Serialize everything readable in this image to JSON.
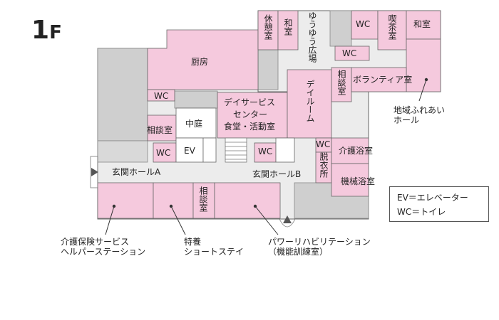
{
  "floor": {
    "number": "1",
    "suffix": "F"
  },
  "rooms": {
    "kitchen": "厨房",
    "wc_top_left": "WC",
    "wc_top_right": "WC",
    "wc_center_top": "WC",
    "wc_left": "WC",
    "wc_center": "WC",
    "wc_right": "WC",
    "rest_room": "休憩室",
    "japanese_room_1": "和室",
    "yuyu_plaza": "ゆうゆう広場",
    "tea_room": "喫茶室",
    "japanese_room_2": "和室",
    "consult_right": "相談室",
    "volunteer_room": "ボランティア室",
    "day_service": "デイサービス",
    "day_service_center": "センター",
    "dining_activity": "食堂・活動室",
    "day_room": "デイルーム",
    "courtyard": "中庭",
    "consult_left": "相談室",
    "elevator": "EV",
    "changing_room": "脱衣所",
    "care_bath": "介護浴室",
    "machine_bath": "機械浴室",
    "entrance_a": "玄関ホールA",
    "entrance_b": "玄関ホールB",
    "consult_bottom": "相談室"
  },
  "annotations": {
    "community_hall_line1": "地域ふれあい",
    "community_hall_line2": "ホール",
    "helper_line1": "介護保険サービス",
    "helper_line2": "ヘルパーステーション",
    "shortstay_line1": "特養",
    "shortstay_line2": "ショートステイ",
    "rehab_line1": "パワーリハビリテーション",
    "rehab_line2": "（機能訓練室）"
  },
  "legend": {
    "ev": "EV＝エレベーター",
    "wc": "WC＝トイレ"
  },
  "colors": {
    "room_pink": "#f5c9dd",
    "corridor": "#ececec",
    "dark_gray": "#cfcfcf",
    "outline": "#666666"
  }
}
